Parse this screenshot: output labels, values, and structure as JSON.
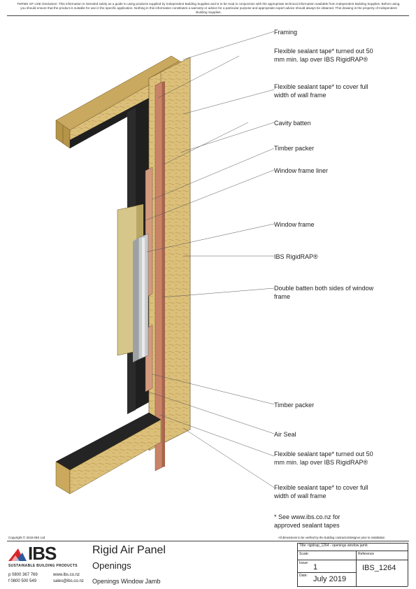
{
  "disclaimer": "TERMS OF USE Disclaimer: This information is intended solely as a guide to using products supplied by Independent Building Supplies and is to be read in conjunction with the appropriate technical information available from Independent Building Supplies. Before using, you should ensure that the product is suitable for use in the specific application. Nothing in this information constitutes a warranty or advice for a particular purpose and appropriate expert advice should always be obtained. This drawing is the property of Independent Building Supplies.",
  "labels": [
    {
      "id": "framing",
      "text": "Framing"
    },
    {
      "id": "tape-lap-top",
      "text": "Flexible sealant tape* turned out 50 mm min. lap over IBS RigidRAP®"
    },
    {
      "id": "tape-full-top",
      "text": "Flexible sealant tape* to cover full width of wall frame"
    },
    {
      "id": "cavity-batten",
      "text": "Cavity batten"
    },
    {
      "id": "timber-packer-top",
      "text": "Timber packer"
    },
    {
      "id": "window-frame-liner",
      "text": "Window frame liner"
    },
    {
      "id": "window-frame",
      "text": "Window frame"
    },
    {
      "id": "rigidrap",
      "text": "IBS RigidRAP®"
    },
    {
      "id": "double-batten",
      "text": "Double batten both sides of window frame"
    },
    {
      "id": "timber-packer-bottom",
      "text": "Timber packer"
    },
    {
      "id": "air-seal",
      "text": "Air Seal"
    },
    {
      "id": "tape-lap-bottom",
      "text": "Flexible sealant tape* turned out 50 mm min. lap over IBS RigidRAP®"
    },
    {
      "id": "tape-full-bottom",
      "text": "Flexible sealant tape* to cover full width of wall frame"
    },
    {
      "id": "footnote",
      "text": "* See www.ibs.co.nz for approved sealant tapes"
    }
  ],
  "footer": {
    "copyright": "Copyright © 2019 IBS Ltd",
    "check_note": "All dimensions to be verified by the building contractor/designer prior to installation",
    "logo_text": "IBS",
    "logo_tagline": "SUSTAINABLE BUILDING PRODUCTS",
    "phone": "p 0800 367 769",
    "fax": "f 0800 500 549",
    "web": "www.ibs.co.nz",
    "email": "sales@ibs.co.nz",
    "title": "Rigid Air Panel",
    "subtitle": "Openings",
    "drawing_name": "Openings Window Jamb",
    "title_block": {
      "title_label": "Title:",
      "title_value": "rigidrap_1264 - openings window jamb",
      "scale_label": "Scale:",
      "reference_label": "Reference",
      "issue_label": "Issue:",
      "issue_value": "1",
      "reference_value": "IBS_1264",
      "date_label": "Date:",
      "date_value": "July 2019"
    }
  },
  "colors": {
    "timber": "#dcc07a",
    "timber_dark": "#a78a45",
    "black_tape": "#1f1f1f",
    "packer": "#c98468",
    "window_frame": "#c9cbcd",
    "logo_red": "#d6262a",
    "logo_blue": "#2f5a9e"
  }
}
